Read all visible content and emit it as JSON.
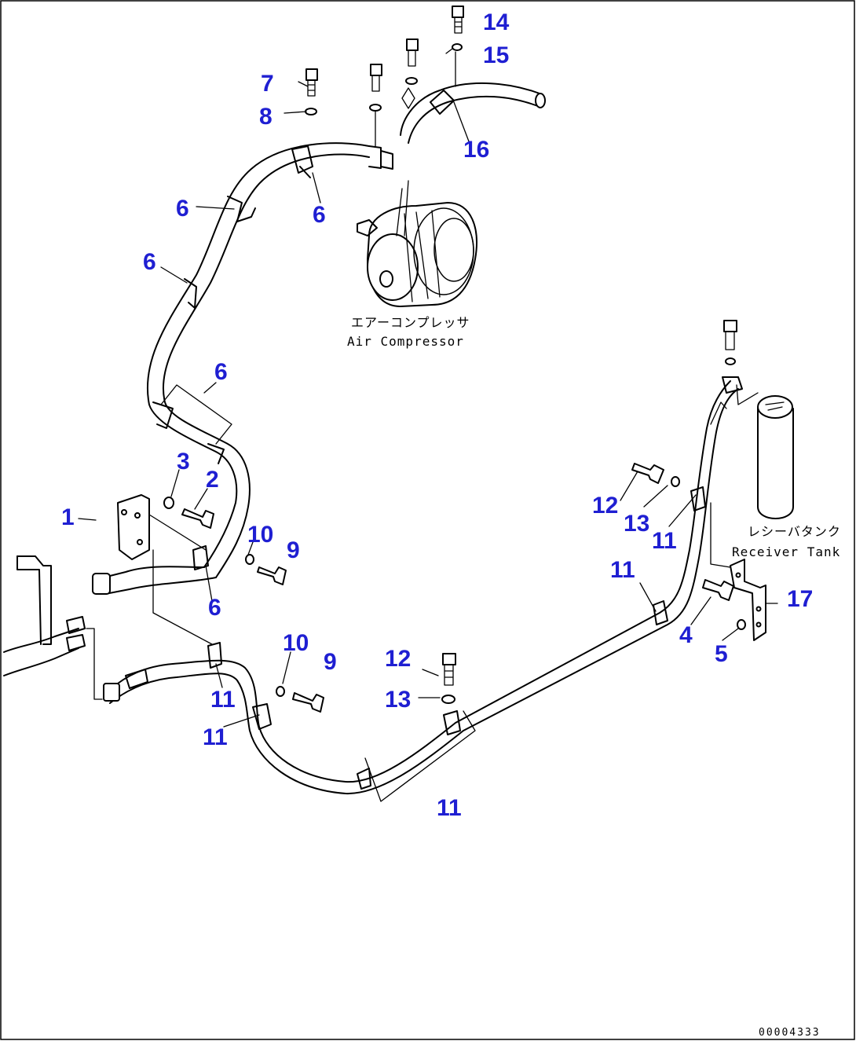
{
  "colors": {
    "callout": "#1f1fd2",
    "line": "#000000",
    "background": "#ffffff"
  },
  "components": {
    "compressor_label_jp": "エアーコンプレッサ",
    "compressor_label_en": "Air Compressor",
    "receiver_label_jp": "レシーバタンク",
    "receiver_label_en": "Receiver Tank"
  },
  "callouts": [
    "14",
    "15",
    "7",
    "16",
    "8",
    "6",
    "6",
    "6",
    "6",
    "3",
    "2",
    "1",
    "10",
    "9",
    "6",
    "10",
    "9",
    "11",
    "11",
    "12",
    "13",
    "12",
    "13",
    "11",
    "11",
    "17",
    "4",
    "5",
    "11"
  ],
  "doc_number": "00004333"
}
